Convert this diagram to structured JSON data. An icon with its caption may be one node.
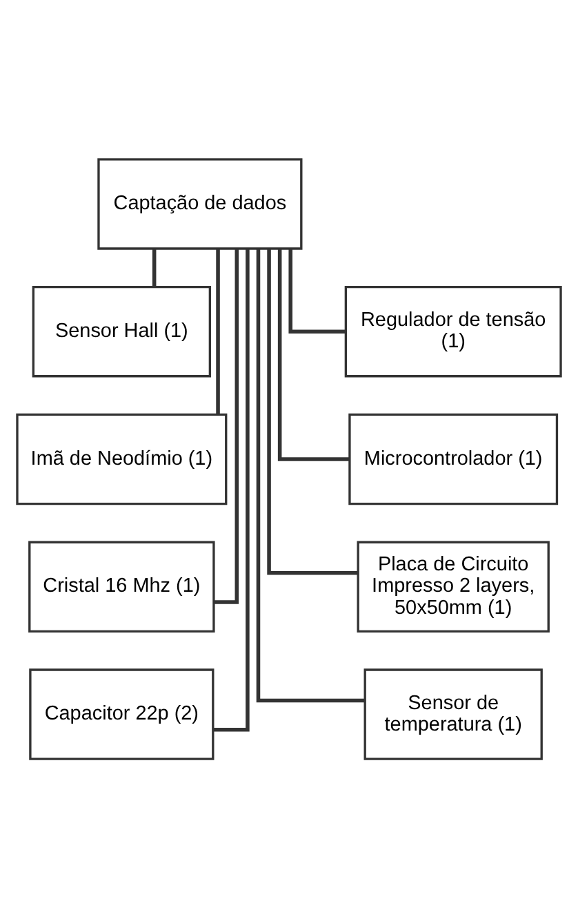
{
  "diagram": {
    "nodes": [
      {
        "text": [
          "Captação de dados"
        ]
      },
      {
        "text": [
          "Sensor Hall (1)"
        ]
      },
      {
        "text": [
          "Regulador de tensão (1)"
        ]
      },
      {
        "text": [
          "Imã de Neodímio (1)"
        ]
      },
      {
        "text": [
          "Microcontrolador (1)"
        ]
      },
      {
        "text": [
          "Cristal 16 Mhz (1)"
        ]
      },
      {
        "text": [
          "Placa de Circuito Impresso 2 layers, 50x50mm (1)"
        ]
      },
      {
        "text": [
          "Capacitor 22p (2)"
        ]
      },
      {
        "text": [
          "Sensor de temperatura (1)"
        ]
      }
    ],
    "edges": [
      {
        "from": 0,
        "to": 1,
        "arrow": "none"
      },
      {
        "from": 0,
        "to": 2,
        "arrow": "none"
      },
      {
        "from": 0,
        "to": 3,
        "arrow": "none"
      },
      {
        "from": 0,
        "to": 4,
        "arrow": "none"
      },
      {
        "from": 0,
        "to": 5,
        "arrow": "none"
      },
      {
        "from": 0,
        "to": 6,
        "arrow": "none"
      },
      {
        "from": 0,
        "to": 7,
        "arrow": "none"
      },
      {
        "from": 0,
        "to": 8,
        "arrow": "none"
      }
    ]
  }
}
